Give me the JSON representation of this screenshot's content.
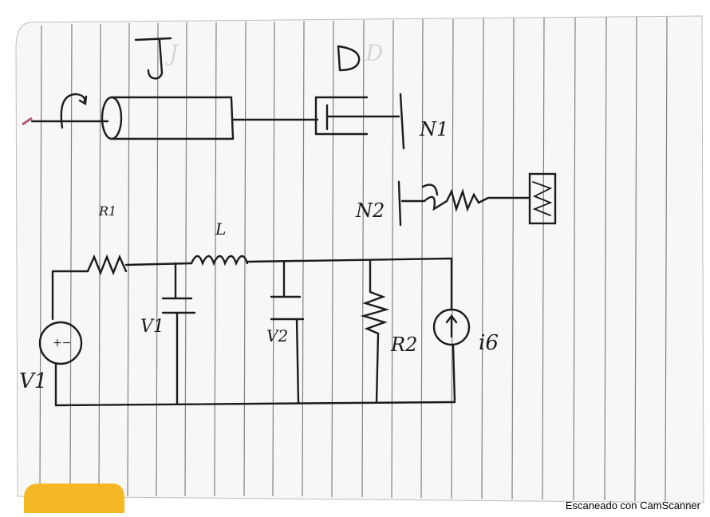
{
  "mechanical": {
    "inertia_label": "J",
    "damper_label": "D",
    "gear1_label": "N1",
    "gear2_label": "N2"
  },
  "circuit": {
    "source_label": "V1",
    "source_symbol": "+−",
    "resistor1_label": "R1",
    "inductor_label": "L",
    "cap1_label": "V1",
    "cap2_label": "V2",
    "resistor2_label": "R2",
    "current_source_label": "i6"
  },
  "watermark": "Escaneado con CamScanner",
  "colors": {
    "ink": "#1c1c1c",
    "paper": "#f7f7f5",
    "grid": "#5a5a5a",
    "sticker": "#f4b824"
  }
}
